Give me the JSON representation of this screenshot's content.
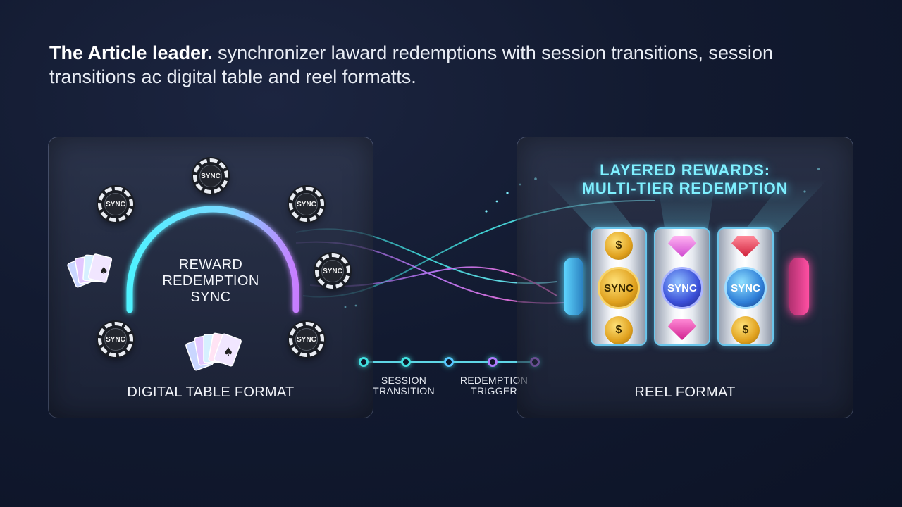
{
  "headline": {
    "bold": "The Article leader.",
    "rest": " synchronizer laward redemptions with session transitions, session transitions ac digital table and reel formatts."
  },
  "left_panel": {
    "label": "DIGITAL TABLE FORMAT",
    "arc_text_lines": [
      "REWARD",
      "REDEMPTION",
      "SYNC"
    ],
    "chip_text": "SYNC"
  },
  "timeline": {
    "labels": [
      "SESSION\nTRANSITION",
      "REDEMPTION\nTRIGGER"
    ],
    "label_1_line1": "SESSION",
    "label_1_line2": "TRANSITION",
    "label_2_line1": "REDEMPTION",
    "label_2_line2": "TRIGGER"
  },
  "right_panel": {
    "title_line1": "LAYERED REWARDS:",
    "title_line2": "MULTI-TIER REDEMPTION",
    "label": "REEL FORMAT",
    "reel_coin_text": "SYNC",
    "small_coin_text": "$"
  },
  "colors": {
    "cyan": "#42e0e0",
    "violet": "#c07bff",
    "magenta": "#ff3f9a",
    "gold": "#f2b12a"
  }
}
